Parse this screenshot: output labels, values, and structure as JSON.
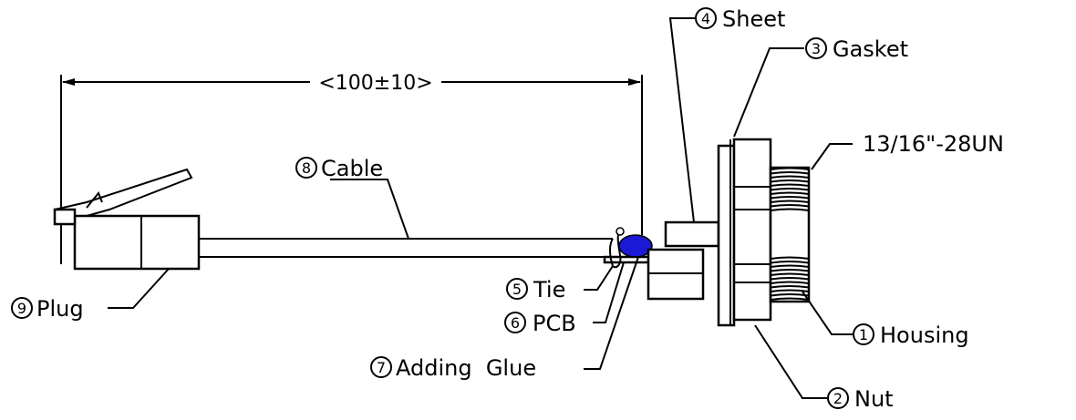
{
  "dimension": {
    "label": "<100±10>"
  },
  "thread": {
    "label": "13/16\"-28UN"
  },
  "callouts": [
    {
      "num": "1",
      "label": "Housing"
    },
    {
      "num": "2",
      "label": "Nut"
    },
    {
      "num": "3",
      "label": "Gasket"
    },
    {
      "num": "4",
      "label": "Sheet"
    },
    {
      "num": "5",
      "label": "Tie"
    },
    {
      "num": "6",
      "label": "PCB"
    },
    {
      "num": "7",
      "label": "Adding  Glue"
    },
    {
      "num": "8",
      "label": "Cable"
    },
    {
      "num": "9",
      "label": "Plug"
    }
  ],
  "colors": {
    "glue": "#1a1ad6",
    "line": "#000000"
  }
}
